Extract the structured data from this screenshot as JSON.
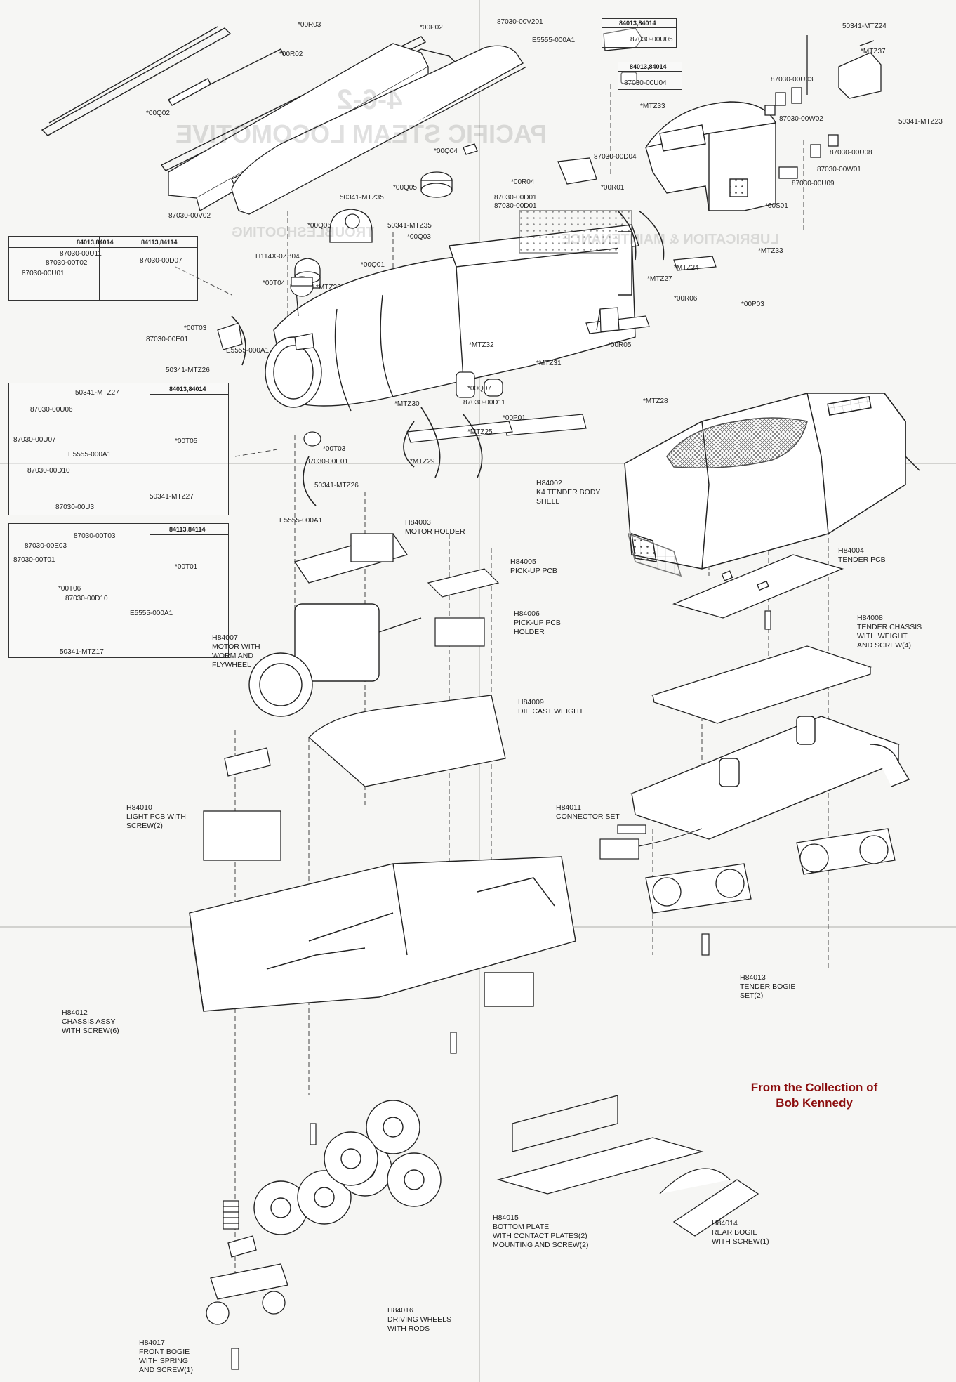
{
  "collection_note": {
    "line1": "From the Collection of",
    "line2": "Bob Kennedy",
    "color": "#8b0d0d"
  },
  "part_boxes": [
    {
      "id": "box-a",
      "headers": [
        "84013,84014",
        "84113,84114"
      ],
      "labels": [
        "87030-00U11",
        "87030-00T02",
        "87030-00U01",
        "87030-00D07"
      ]
    },
    {
      "id": "box-b",
      "headers": [
        "84013,84014"
      ],
      "labels": [
        "50341-MTZ27",
        "87030-00U06",
        "87030-00U07",
        "E5555-000A1",
        "87030-00D10",
        "87030-00U3",
        "*00T05",
        "50341-MTZ27"
      ]
    },
    {
      "id": "box-c",
      "headers": [
        "84113,84114"
      ],
      "labels": [
        "87030-00T03",
        "87030-00E03",
        "87030-00T01",
        "*00T06",
        "87030-00D10",
        "E5555-000A1",
        "*00T01",
        "50341-MTZ17"
      ]
    },
    {
      "id": "box-d",
      "headers": [
        "84013,84014"
      ],
      "labels": [
        "87030-00U05"
      ]
    },
    {
      "id": "box-e",
      "headers": [
        "84013,84014"
      ],
      "labels": [
        "87030-00U04"
      ]
    }
  ],
  "part_numbers": [
    "*00R03",
    "*00P02",
    "87030-00V201",
    "E5555-000A1",
    "*00R02",
    "*00Q02",
    "87030-00V02",
    "*00Q04",
    "*00Q05",
    "50341-MTZ35",
    "*00Q06",
    "50341-MTZ35",
    "*00Q03",
    "H114X-0ZB04",
    "*00Q01",
    "*00T04",
    "*MTZ26",
    "*MTZ33",
    "87030-00D04",
    "*00R04",
    "87030-00D01",
    "87030-00D01",
    "*00R01",
    "50341-MTZ24",
    "*MTZ37",
    "87030-00U03",
    "87030-00W02",
    "50341-MTZ23",
    "87030-00U08",
    "87030-00W01",
    "87030-00U09",
    "*00S01",
    "*MTZ33",
    "*MTZ24",
    "*MTZ27",
    "*00R06",
    "*00P03",
    "*00T03",
    "87030-00E01",
    "E5555-000A1",
    "50341-MTZ26",
    "*MTZ32",
    "*MTZ31",
    "*00R05",
    "*00Q07",
    "87030-00D11",
    "*MTZ30",
    "*MTZ28",
    "*MTZ25",
    "*00P01",
    "*MTZ29",
    "*00T03",
    "87030-00E01",
    "50341-MTZ26",
    "E5555-000A1"
  ],
  "component_captions": [
    {
      "code": "H84002",
      "lines": [
        "K4 TENDER BODY",
        "SHELL"
      ]
    },
    {
      "code": "H84003",
      "lines": [
        "MOTOR HOLDER"
      ]
    },
    {
      "code": "H84005",
      "lines": [
        "PICK-UP PCB"
      ]
    },
    {
      "code": "H84006",
      "lines": [
        "PICK-UP PCB",
        "HOLDER"
      ]
    },
    {
      "code": "H84004",
      "lines": [
        "TENDER PCB"
      ]
    },
    {
      "code": "H84008",
      "lines": [
        "TENDER CHASSIS",
        "WITH WEIGHT",
        "AND SCREW(4)"
      ]
    },
    {
      "code": "H84007",
      "lines": [
        "MOTOR WITH",
        "WORM AND",
        "FLYWHEEL"
      ]
    },
    {
      "code": "H84009",
      "lines": [
        "DIE CAST WEIGHT"
      ]
    },
    {
      "code": "H84010",
      "lines": [
        "LIGHT PCB WITH",
        "SCREW(2)"
      ]
    },
    {
      "code": "H84011",
      "lines": [
        "CONNECTOR SET"
      ]
    },
    {
      "code": "H84012",
      "lines": [
        "CHASSIS ASSY",
        "WITH SCREW(6)"
      ]
    },
    {
      "code": "H84013",
      "lines": [
        "TENDER BOGIE",
        "SET(2)"
      ]
    },
    {
      "code": "H84015",
      "lines": [
        "BOTTOM PLATE",
        "WITH CONTACT PLATES(2)",
        "MOUNTING AND SCREW(2)"
      ]
    },
    {
      "code": "H84014",
      "lines": [
        "REAR BOGIE",
        "WITH SCREW(1)"
      ]
    },
    {
      "code": "H84016",
      "lines": [
        "DRIVING WHEELS",
        "WITH RODS"
      ]
    },
    {
      "code": "H84017",
      "lines": [
        "FRONT BOGIE",
        "WITH SPRING",
        "AND SCREW(1)"
      ]
    }
  ],
  "show_through": {
    "heading1": "PACIFIC STEAM LOCOMOTIVE",
    "heading2": "4-6-2",
    "heading3": "LUBRICATION & MAINTENANCE",
    "heading4": "TROUBLESHOOTING"
  }
}
